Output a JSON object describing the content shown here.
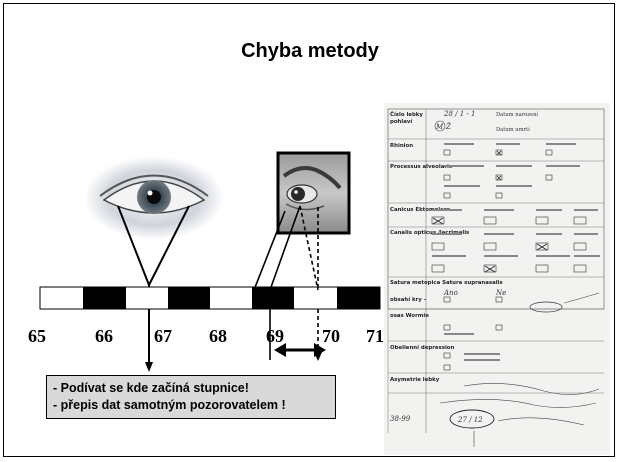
{
  "slide": {
    "title": "Chyba metody",
    "scale_numbers": [
      "65",
      "66",
      "67",
      "68",
      "69",
      "70",
      "71"
    ],
    "note_lines": [
      "- Podívat se kde začíná stupnice!",
      "- přepis dat samotným pozorovatelem !"
    ]
  },
  "document": {
    "labels": [
      "Číslo lebky",
      "pohlaví",
      "Rhinion",
      "Processus alveolaris",
      "Canicus Ektomolare",
      "Canalis opticus /lacrimalis",
      "Satura metopica Satura supranasalis",
      "obsahí kry –",
      "osas Wormie",
      "Obelienní depression",
      "Asymetrie lebky"
    ],
    "fields": [
      "Datum narození",
      "Datum umrtí"
    ],
    "handwriting": [
      "Ne",
      "Ano",
      "38-99",
      "27 / 12"
    ]
  }
}
